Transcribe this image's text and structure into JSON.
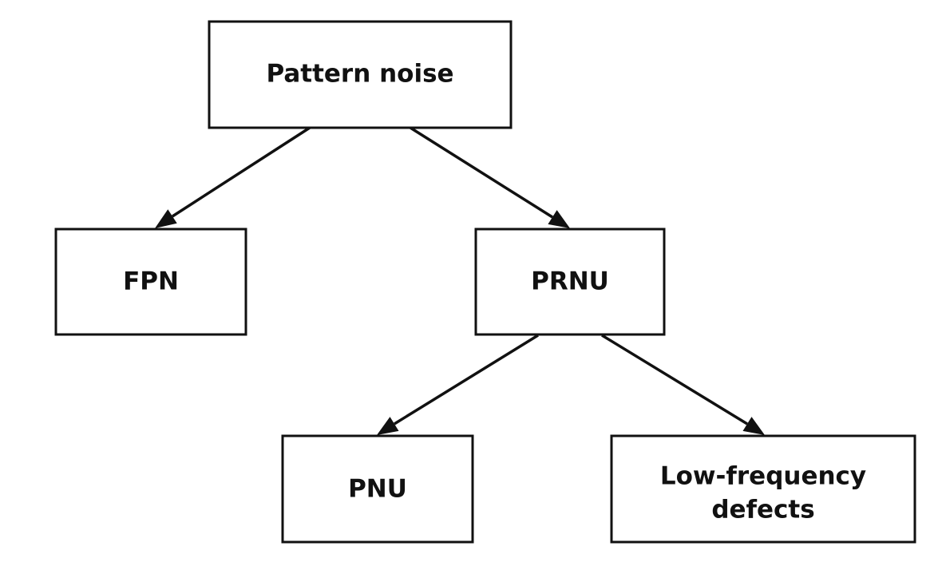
{
  "nodes": {
    "pattern_noise": {
      "label": "Pattern noise"
    },
    "fpn": {
      "label": "FPN"
    },
    "prnu": {
      "label": "PRNU"
    },
    "pnu": {
      "label": "PNU"
    },
    "low_frequency_defects": {
      "line1": "Low-frequency",
      "line2": "defects"
    }
  },
  "edges": [
    {
      "from": "Pattern noise",
      "to": "FPN"
    },
    {
      "from": "Pattern noise",
      "to": "PRNU"
    },
    {
      "from": "PRNU",
      "to": "PNU"
    },
    {
      "from": "PRNU",
      "to": "Low-frequency defects"
    }
  ],
  "colors": {
    "stroke": "#111111",
    "fill": "#ffffff"
  }
}
